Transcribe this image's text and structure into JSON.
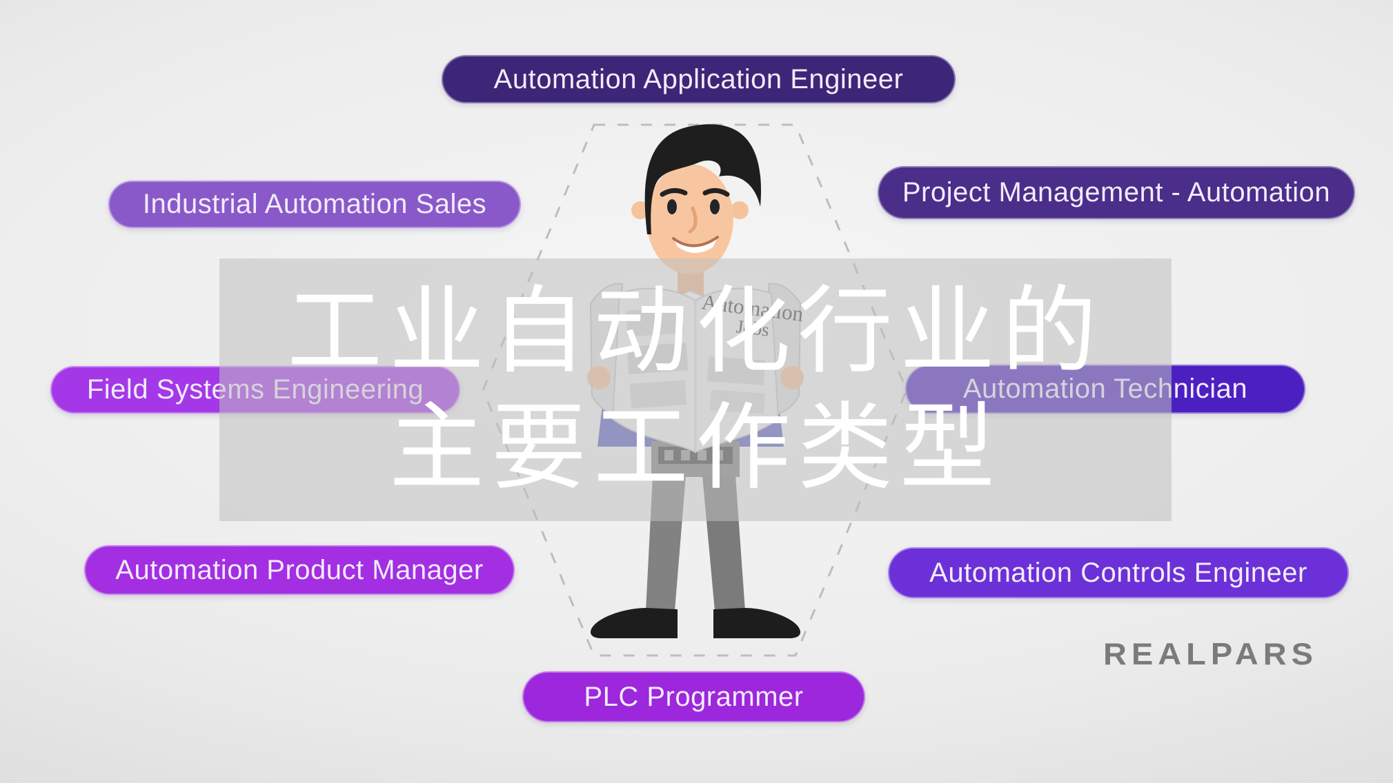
{
  "title_overlay": {
    "line1": "工业自动化行业的",
    "line2": "主要工作类型",
    "band_color": "#bfbfbf",
    "text_color": "#ffffff"
  },
  "job_labels": [
    {
      "label": "Automation Application Engineer",
      "color": "#3d2677"
    },
    {
      "label": "Industrial Automation Sales",
      "color": "#8a59c9"
    },
    {
      "label": "Project Management - Automation",
      "color": "#4b2d8a"
    },
    {
      "label": "Field Systems Engineering",
      "color": "#a438e8"
    },
    {
      "label": "Automation Technician",
      "color": "#4c1fc1"
    },
    {
      "label": "Automation Product Manager",
      "color": "#a32ee2"
    },
    {
      "label": "Automation Controls Engineer",
      "color": "#6c30d8"
    },
    {
      "label": "PLC Programmer",
      "color": "#9c27dc"
    }
  ],
  "newspaper": {
    "title_line1": "Automation",
    "title_line2": "Jobs"
  },
  "logo": {
    "text": "REALPARS",
    "color": "#7b7b7b"
  }
}
